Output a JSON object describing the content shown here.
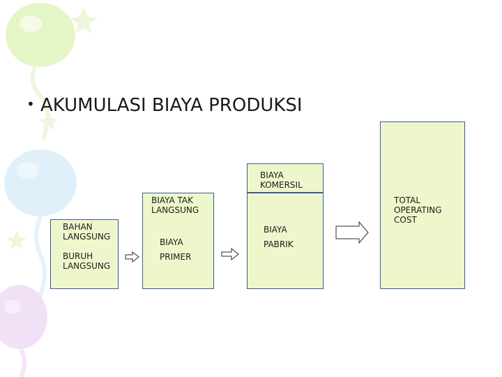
{
  "slide": {
    "title": "AKUMULASI BIAYA PRODUKSI"
  },
  "diagram": {
    "bahan_langsung": "BAHAN\nLANGSUNG",
    "buruh_langsung": "BURUH\nLANGSUNG",
    "biaya_tak_langsung": "BIAYA TAK\nLANGSUNG",
    "biaya_primer_1": "BIAYA",
    "biaya_primer_2": "PRIMER",
    "biaya_komersil": "BIAYA\nKOMERSIL",
    "biaya_pabrik_1": "BIAYA",
    "biaya_pabrik_2": "PABRIK",
    "total_operating_cost": "TOTAL\nOPERATING\nCOST"
  },
  "colors": {
    "box_fill": "#eef7cc",
    "box_border": "#3b5a99"
  }
}
